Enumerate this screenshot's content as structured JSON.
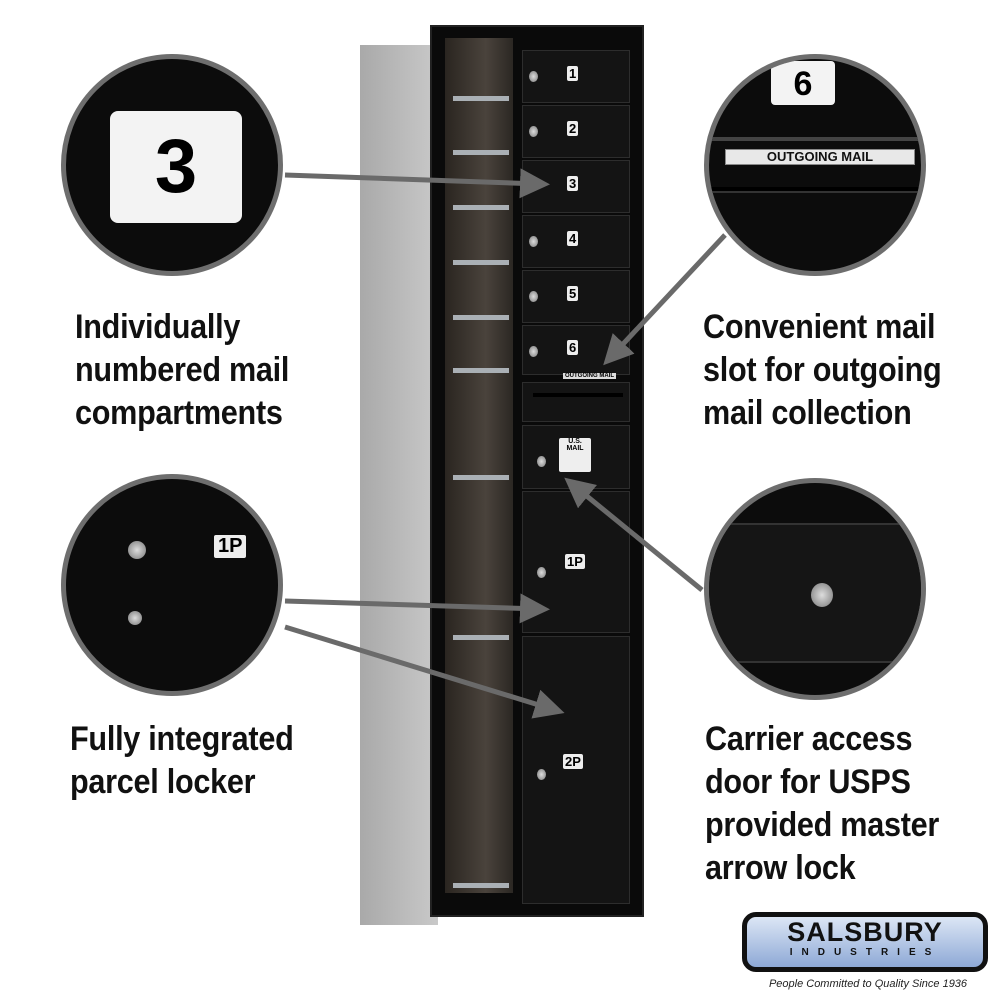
{
  "callouts": {
    "numbered": [
      "Individually",
      "numbered mail",
      "compartments"
    ],
    "outgoing": [
      "Convenient mail",
      "slot for outgoing",
      "mail collection"
    ],
    "parcel": [
      "Fully integrated",
      "parcel locker"
    ],
    "carrier": [
      "Carrier access",
      "door for USPS",
      "provided master",
      "arrow lock"
    ]
  },
  "compartments": [
    "1",
    "2",
    "3",
    "4",
    "5",
    "6"
  ],
  "parcel_lockers": [
    "1P",
    "2P"
  ],
  "outgoing_label": "OUTGOING MAIL",
  "carrier_label": "U.S. MAIL",
  "zoom_number": "3",
  "zoom_number_6": "6",
  "zoom_parcel": "1P",
  "logo": {
    "name": "SALSBURY",
    "sub": "INDUSTRIES",
    "tagline": "People Committed to Quality Since 1936"
  }
}
